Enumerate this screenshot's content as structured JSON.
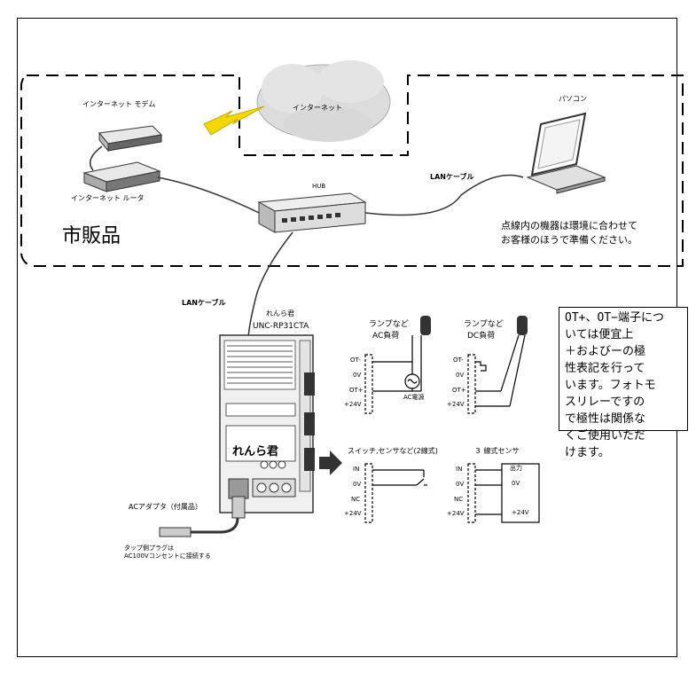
{
  "labels": {
    "internet_modem": "インターネット モデム",
    "internet_router": "インターネット ルータ",
    "internet": "インターネット",
    "pc": "パソコン",
    "hub": "HUB",
    "lan_cable_top": "LANケーブル",
    "lan_cable_left": "LANケーブル",
    "commercial": "市販品",
    "env_note_line1": "点線内の機器は環境に合わせて",
    "env_note_line2": "お客様のほうで準備ください。",
    "device_name": "れんら君",
    "device_model": "UNC-RP31CTA",
    "device_front_label": "れんら君",
    "ac_adapter": "ACアダプタ（付属品）",
    "plug_note_line1": "タップ側プラグは",
    "plug_note_line2": "AC100Vコンセントに接続する",
    "ac_lamp_title": "ランプなど",
    "ac_lamp_sub": "AC負荷",
    "dc_lamp_title": "ランプなど",
    "dc_lamp_sub": "DC負荷",
    "ac_source": "AC電源",
    "switch_sensor": "スイッチ,センサなど(2線式)",
    "three_wire_sensor": "３ 線式センサ",
    "sensor_output": "出力",
    "sensor_0v": "0V",
    "sensor_24v": "+24V"
  },
  "terminals_out": [
    "OT-",
    "0V",
    "OT+",
    "+24V"
  ],
  "terminals_in": [
    "IN",
    "0V",
    "NC",
    "+24V"
  ],
  "note_lines": [
    "OT+、OT−端子につ",
    "いては便宜上",
    "＋およびーの極",
    "性表記を行って",
    "います。フォトモ",
    "スリレーですの",
    "で極性は関係な",
    "くご使用いただ",
    "けます。"
  ]
}
